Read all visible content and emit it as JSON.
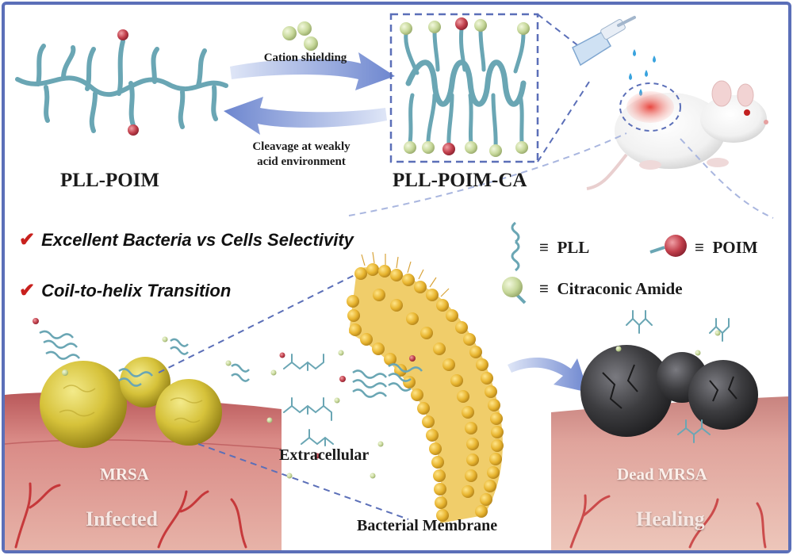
{
  "top": {
    "left_label": "PLL-POIM",
    "right_label": "PLL-POIM-CA",
    "forward_arrow": "Cation shielding",
    "reverse_arrow_line1": "Cleavage at weakly",
    "reverse_arrow_line2": "acid environment"
  },
  "features": [
    {
      "check": "✔",
      "text": "Excellent Bacteria vs Cells Selectivity"
    },
    {
      "check": "✔",
      "text": "Coil-to-helix Transition"
    }
  ],
  "legend": {
    "equiv": "≡",
    "pll": "PLL",
    "poim": "POIM",
    "ca": "Citraconic Amide"
  },
  "bottom": {
    "mrsa": "MRSA",
    "infected": "Infected",
    "extracellular": "Extracellular",
    "membrane": "Bacterial Membrane",
    "dead_mrsa": "Dead MRSA",
    "healing": "Healing"
  },
  "colors": {
    "frame": "#5b6fb8",
    "polymer": "#6aa6b4",
    "poim_ball": "#c2404c",
    "ca_ball": "#c7d89a",
    "check": "#c8201d",
    "tissue": "#c86b6b",
    "bacteria_live": "#d6c23a",
    "bacteria_dead": "#3d3d40",
    "membrane": "#e8b530"
  }
}
